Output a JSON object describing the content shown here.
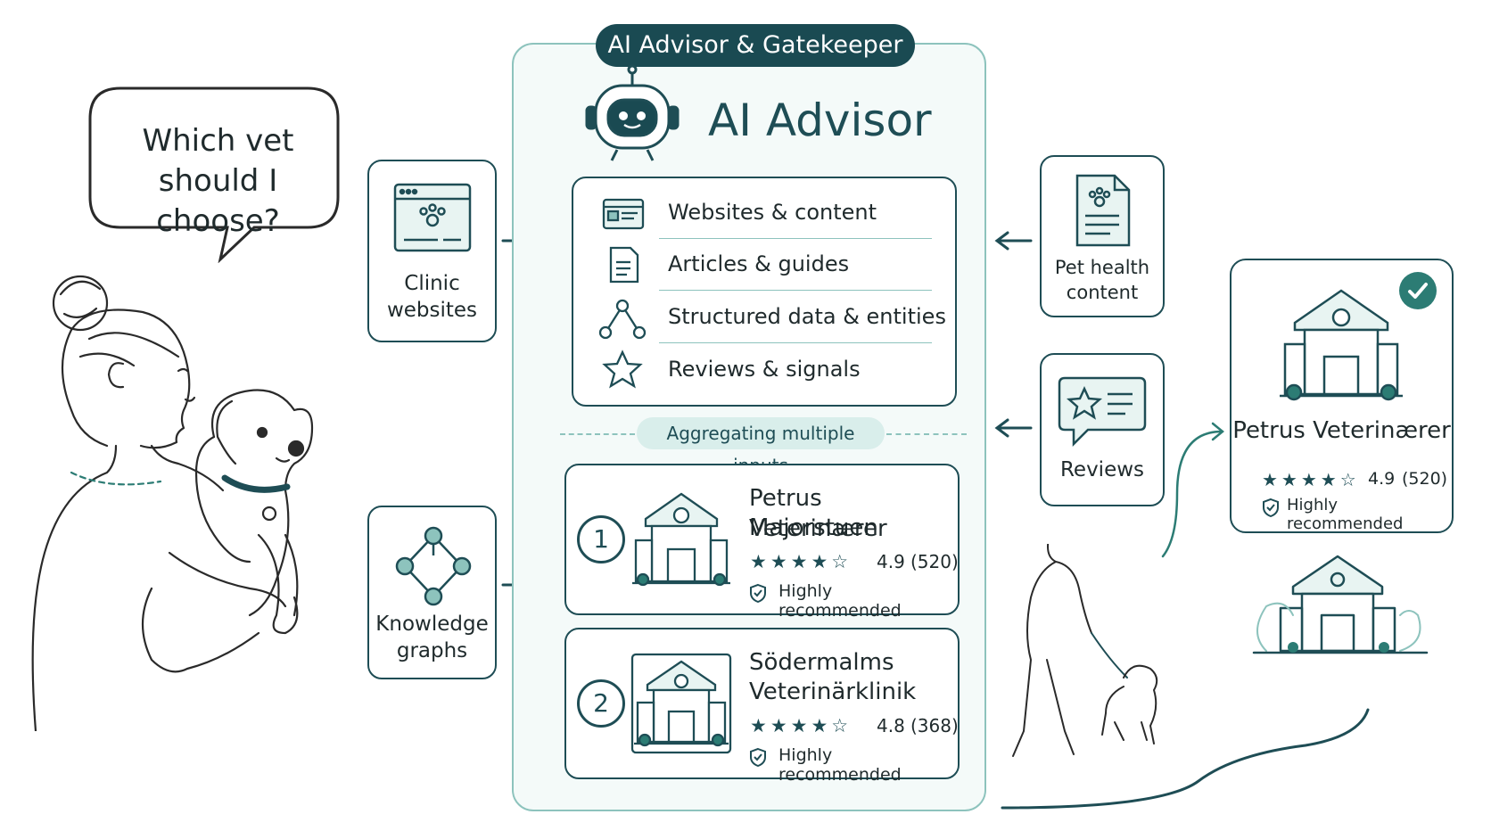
{
  "speech": {
    "line1": "Which vet",
    "line2": "should I choose?"
  },
  "sources_left": [
    {
      "line1": "Clinic",
      "line2": "websites",
      "icon": "browser-paw-icon"
    },
    {
      "line1": "Knowledge",
      "line2": "graphs",
      "icon": "graph-nodes-icon"
    }
  ],
  "sources_right": [
    {
      "line1": "Pet health",
      "line2": "content",
      "icon": "document-paw-icon"
    },
    {
      "line1": "Reviews",
      "line2": "",
      "icon": "review-star-icon"
    }
  ],
  "panel": {
    "title": "AI Advisor & Gatekeeper",
    "advisor": "AI Advisor",
    "inputs": [
      {
        "label": "Websites  &  content",
        "icon": "webpage-icon"
      },
      {
        "label": "Articles  &  guides",
        "icon": "article-icon"
      },
      {
        "label": "Structured  data  &  entities",
        "icon": "nodes-icon"
      },
      {
        "label": "Reviews  &  signals",
        "icon": "star-icon"
      }
    ],
    "aggregating": "Aggregating multiple inputs"
  },
  "clinics": [
    {
      "rank": "1",
      "name1": "Petrus Veterinærer",
      "name2": "Majorstuen",
      "stars": "★★★★☆",
      "score": "4.9",
      "count": "(520)",
      "recommendation": "Highly recommended"
    },
    {
      "rank": "2",
      "name1": "Södermalms",
      "name2": "Veterinärklinik",
      "stars": "★★★★☆",
      "score": "4.8",
      "count": "(368)",
      "recommendation": "Highly recommended"
    }
  ],
  "result": {
    "name": "Petrus Veterinærer",
    "stars": "★★★★☆",
    "score": "4.9",
    "count": "(520)",
    "recommendation": "Highly recommended"
  },
  "colors": {
    "primary": "#1e4d55",
    "accent": "#2c7c74",
    "mint": "#8dc3bd",
    "pill": "#d9eeeb"
  }
}
